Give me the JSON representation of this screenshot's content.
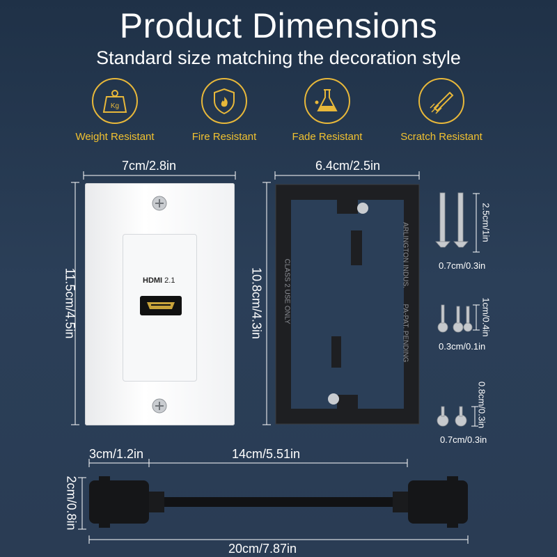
{
  "header": {
    "title": "Product Dimensions",
    "subtitle": "Standard size matching the decoration style"
  },
  "features": [
    {
      "label": "Weight Resistant",
      "icon": "weight-icon",
      "icon_text": "Kg"
    },
    {
      "label": "Fire Resistant",
      "icon": "fire-shield-icon"
    },
    {
      "label": "Fade Resistant",
      "icon": "flask-icon"
    },
    {
      "label": "Scratch Resistant",
      "icon": "scratch-icon"
    }
  ],
  "wall_plate": {
    "width": "7cm/2.8in",
    "height": "11.5cm/4.5in",
    "port_label": "HDMI",
    "port_version": "2.1"
  },
  "bracket": {
    "width": "6.4cm/2.5in",
    "height": "10.8cm/4.3in",
    "marking_1": "ARLINGTON INDUS.",
    "marking_2": "PA-PAT. PENDING",
    "marking_3": "CLASS 2 USE ONLY"
  },
  "screws": [
    {
      "length": "2.5cm/1in",
      "width": "0.7cm/0.3in"
    },
    {
      "length": "1cm/0.4in",
      "width": "0.3cm/0.1in"
    },
    {
      "length": "0.8cm/0.3in",
      "width": "0.7cm/0.3in"
    }
  ],
  "cable": {
    "connector_length": "3cm/1.2in",
    "cable_length": "14cm/5.51in",
    "height": "2cm/0.8in",
    "total_length": "20cm/7.87in"
  },
  "colors": {
    "background": "#24364d",
    "accent": "#f2c230",
    "text": "#ffffff"
  }
}
